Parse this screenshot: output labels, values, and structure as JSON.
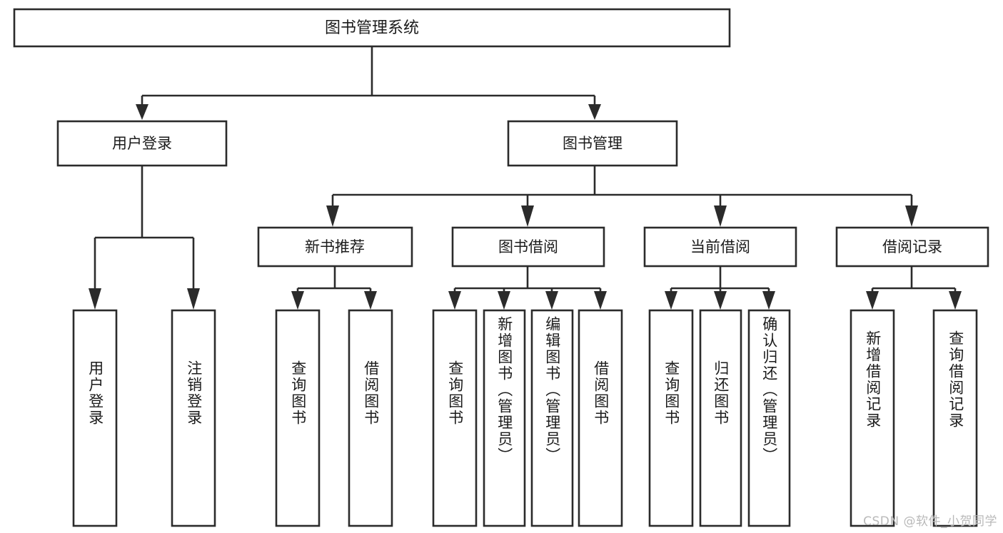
{
  "diagram": {
    "type": "tree-hierarchy",
    "title": "图书管理系统",
    "watermark": "CSDN @软件_小贺同学",
    "colors": {
      "stroke": "#2b2b2b",
      "fill": "#ffffff",
      "text": "#1b1b1b",
      "watermark": "#b9b9b9"
    },
    "root": {
      "label": "图书管理系统",
      "orientation": "horizontal"
    },
    "level2": [
      {
        "label": "用户登录",
        "orientation": "horizontal"
      },
      {
        "label": "图书管理",
        "orientation": "horizontal"
      }
    ],
    "level3": [
      {
        "label": "新书推荐",
        "orientation": "horizontal",
        "parent": "图书管理"
      },
      {
        "label": "图书借阅",
        "orientation": "horizontal",
        "parent": "图书管理"
      },
      {
        "label": "当前借阅",
        "orientation": "horizontal",
        "parent": "图书管理"
      },
      {
        "label": "借阅记录",
        "orientation": "horizontal",
        "parent": "图书管理"
      }
    ],
    "leaves": [
      {
        "label": "用户登录",
        "parent": "用户登录",
        "orientation": "vertical"
      },
      {
        "label": "注销登录",
        "parent": "用户登录",
        "orientation": "vertical"
      },
      {
        "label": "查询图书",
        "parent": "新书推荐",
        "orientation": "vertical"
      },
      {
        "label": "借阅图书",
        "parent": "新书推荐",
        "orientation": "vertical"
      },
      {
        "label": "查询图书",
        "parent": "图书借阅",
        "orientation": "vertical"
      },
      {
        "label": "新增图书（管理员）",
        "parent": "图书借阅",
        "orientation": "vertical"
      },
      {
        "label": "编辑图书（管理员）",
        "parent": "图书借阅",
        "orientation": "vertical"
      },
      {
        "label": "借阅图书",
        "parent": "图书借阅",
        "orientation": "vertical"
      },
      {
        "label": "查询图书",
        "parent": "当前借阅",
        "orientation": "vertical"
      },
      {
        "label": "归还图书",
        "parent": "当前借阅",
        "orientation": "vertical"
      },
      {
        "label": "确认归还（管理员）",
        "parent": "当前借阅",
        "orientation": "vertical"
      },
      {
        "label": "新增借阅记录",
        "parent": "借阅记录",
        "orientation": "vertical"
      },
      {
        "label": "查询借阅记录",
        "parent": "借阅记录",
        "orientation": "vertical"
      }
    ]
  }
}
